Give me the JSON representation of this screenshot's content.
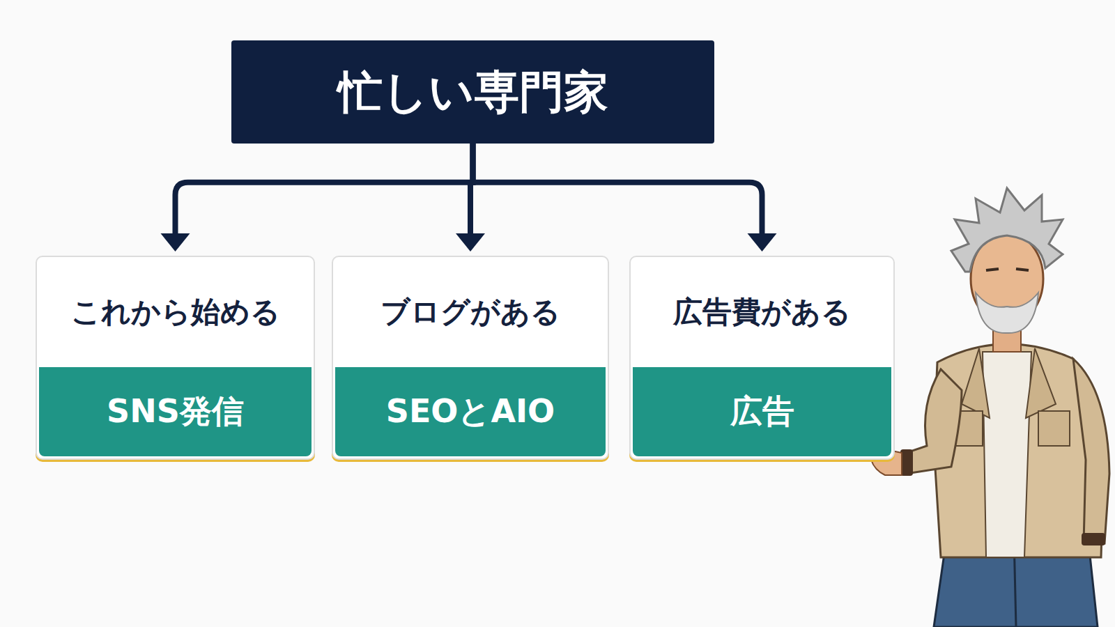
{
  "diagram": {
    "nodes": [
      {
        "text": [
          "忙しい専門家"
        ]
      },
      {
        "text": [
          "これから始める",
          "SNS発信"
        ]
      },
      {
        "text": [
          "ブログがある",
          "SEOとAIO"
        ]
      },
      {
        "text": [
          "広告費がある",
          "広告"
        ]
      }
    ],
    "edges": [
      {
        "from": 0,
        "to": 1,
        "arrow": "to"
      },
      {
        "from": 0,
        "to": 2,
        "arrow": "to"
      },
      {
        "from": 0,
        "to": 3,
        "arrow": "to"
      }
    ]
  }
}
